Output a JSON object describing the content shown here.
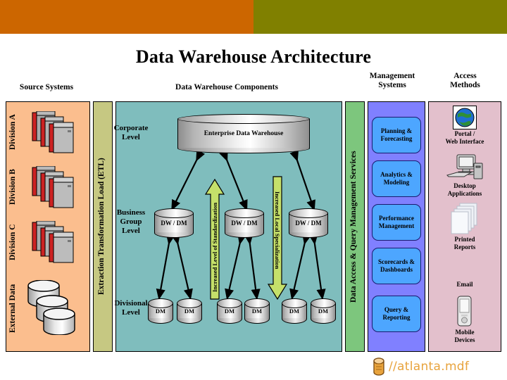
{
  "banner": {
    "left_color": "#CC6600",
    "right_color": "#808000"
  },
  "title": "Data Warehouse Architecture",
  "column_headings": {
    "source_systems": "Source Systems",
    "dw_components": "Data Warehouse Components",
    "management_systems": "Management\nSystems",
    "access_methods": "Access\nMethods"
  },
  "source_systems": {
    "panel_color": "#FBBE8E",
    "items": [
      {
        "label": "Division A",
        "icon": "server-stack-icon"
      },
      {
        "label": "Division B",
        "icon": "server-stack-icon"
      },
      {
        "label": "Division C",
        "icon": "server-stack-icon"
      },
      {
        "label": "External Data",
        "icon": "database-cylinders-icon"
      }
    ]
  },
  "etl": {
    "label": "Extraction Transformation Load (ETL)",
    "panel_color": "#C6C882"
  },
  "dw_components": {
    "panel_color": "#7FBDBD",
    "levels": [
      {
        "name": "Corporate\nLevel"
      },
      {
        "name": "Business\nGroup\nLevel"
      },
      {
        "name": "Divisional\nLevel"
      }
    ],
    "corporate": {
      "label": "Enterprise Data Warehouse"
    },
    "business_group": [
      {
        "label": "DW / DM"
      },
      {
        "label": "DW / DM"
      },
      {
        "label": "DW / DM"
      }
    ],
    "divisional": [
      {
        "label": "DM"
      },
      {
        "label": "DM"
      },
      {
        "label": "DM"
      },
      {
        "label": "DM"
      },
      {
        "label": "DM"
      },
      {
        "label": "DM"
      }
    ],
    "arrows": [
      {
        "label": "Increased Level of Standardization",
        "direction": "up",
        "color": "#C5E06A"
      },
      {
        "label": "Increased Local Specialization",
        "direction": "down",
        "color": "#C5E06A"
      }
    ]
  },
  "data_access": {
    "label": "Data Access & Query Management Services",
    "panel_color": "#7DC67D"
  },
  "management_systems": {
    "panel_color": "#8080FF",
    "box_color": "#4DA6FF",
    "items": [
      {
        "label": "Planning &\nForecasting"
      },
      {
        "label": "Analytics &\nModeling"
      },
      {
        "label": "Performance\nManagement"
      },
      {
        "label": "Scorecards &\nDashboards"
      },
      {
        "label": "Query &\nReporting"
      }
    ]
  },
  "access_methods": {
    "panel_color": "#E3C0CC",
    "items": [
      {
        "label": "Portal /\nWeb Interface",
        "icon": "globe-icon"
      },
      {
        "label": "Desktop\nApplications",
        "icon": "desktop-computer-icon"
      },
      {
        "label": "Printed\nReports",
        "icon": "documents-stack-icon"
      },
      {
        "label": "Email",
        "icon": "none"
      },
      {
        "label": "Mobile\nDevices",
        "icon": "mobile-phone-icon"
      }
    ]
  },
  "footer": {
    "text": "//atlanta.mdf",
    "icon": "cylinder-logo-icon",
    "text_color": "#E8A33D"
  }
}
